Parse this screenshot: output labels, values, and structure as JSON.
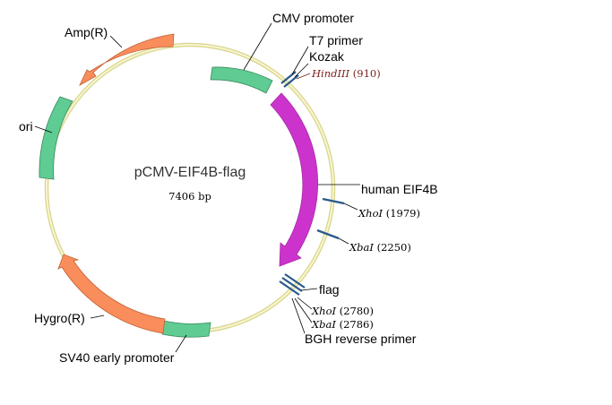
{
  "plasmid": {
    "name": "pCMV-EIF4B-flag",
    "size": "7406 bp"
  },
  "features": [
    {
      "label": "CMV promoter"
    },
    {
      "label": "T7 primer"
    },
    {
      "label": "Kozak"
    },
    {
      "label": "human EIF4B"
    },
    {
      "label": "flag"
    },
    {
      "label": "BGH reverse primer"
    },
    {
      "label": "SV40 early promoter"
    },
    {
      "label": "Hygro(R)"
    },
    {
      "label": "ori"
    },
    {
      "label": "Amp(R)"
    }
  ],
  "sites": [
    {
      "enzyme": "HindIII",
      "position": "(910)"
    },
    {
      "enzyme": "XhoI",
      "position": "(1979)"
    },
    {
      "enzyme": "XbaI",
      "position": "(2250)"
    },
    {
      "enzyme": "XhoI",
      "position": "(2780)"
    },
    {
      "enzyme": "XbaI",
      "position": "(2786)"
    }
  ],
  "colors": {
    "backbone": "#e9e6a6",
    "promoter": "#5fcc93",
    "resistance": "#f98d5c",
    "insert": "#cc33cc",
    "site_mark": "#2a5a8c",
    "hind_text": "#7a1e1e"
  }
}
